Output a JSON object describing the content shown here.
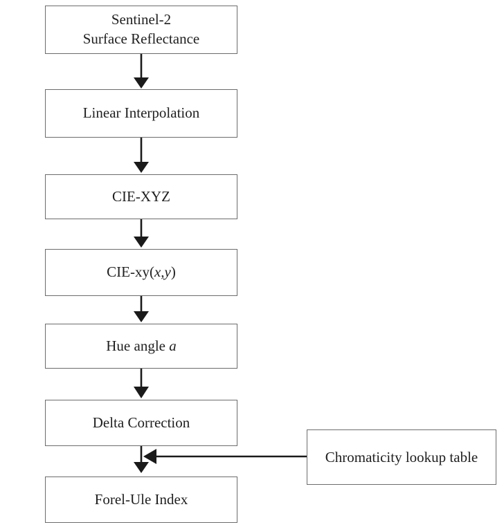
{
  "flowchart": {
    "nodes": [
      {
        "line1": "Sentinel-2",
        "line2": "Surface Reflectance"
      },
      {
        "label": "Linear Interpolation"
      },
      {
        "label": "CIE-XYZ"
      },
      {
        "prefix": "CIE-xy(",
        "italic": "x,y",
        "suffix": ")"
      },
      {
        "prefix": "Hue angle ",
        "italic": "a",
        "suffix": ""
      },
      {
        "label": "Delta Correction"
      },
      {
        "label": "Forel-Ule Index"
      }
    ],
    "side_node": {
      "label": "Chromaticity lookup table"
    },
    "colors": {
      "background": "#ffffff",
      "box_border": "#6b6b6b",
      "arrow": "#1a1a1a",
      "text": "#1f1f1f"
    }
  }
}
